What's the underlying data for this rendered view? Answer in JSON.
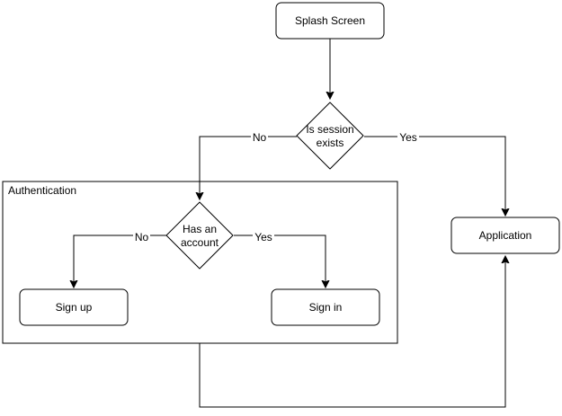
{
  "nodes": {
    "splash": {
      "label": "Splash Screen"
    },
    "session_check": {
      "line1": "Is session",
      "line2": "exists"
    },
    "authentication": {
      "label": "Authentication"
    },
    "has_account": {
      "line1": "Has an",
      "line2": "account"
    },
    "sign_up": {
      "label": "Sign up"
    },
    "sign_in": {
      "label": "Sign in"
    },
    "application": {
      "label": "Application"
    }
  },
  "edges": {
    "session_no": {
      "label": "No"
    },
    "session_yes": {
      "label": "Yes"
    },
    "account_no": {
      "label": "No"
    },
    "account_yes": {
      "label": "Yes"
    }
  }
}
